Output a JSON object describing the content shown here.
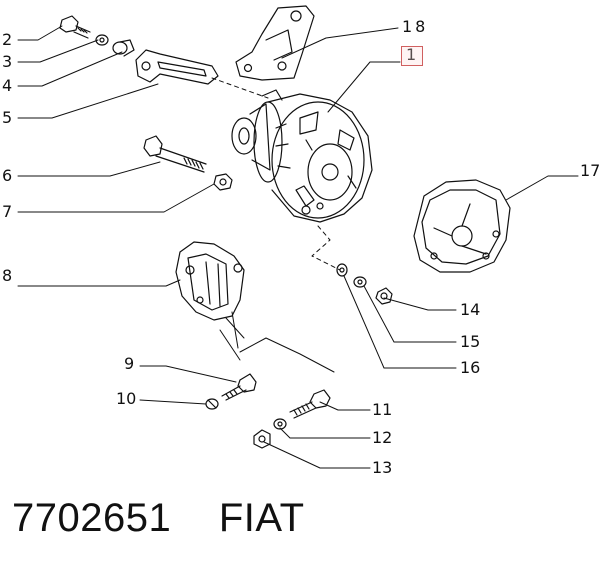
{
  "callouts": {
    "c1": "1",
    "c2": "2",
    "c3": "3",
    "c4": "4",
    "c5": "5",
    "c6": "6",
    "c7": "7",
    "c8": "8",
    "c9": "9",
    "c10": "10",
    "c11": "11",
    "c12": "12",
    "c13": "13",
    "c14": "14",
    "c15": "15",
    "c16": "16",
    "c17": "17",
    "c18": "18"
  },
  "footer": {
    "part_number": "7702651",
    "brand": "FIAT"
  },
  "colors": {
    "line": "#111111",
    "highlight": "#d06060"
  }
}
